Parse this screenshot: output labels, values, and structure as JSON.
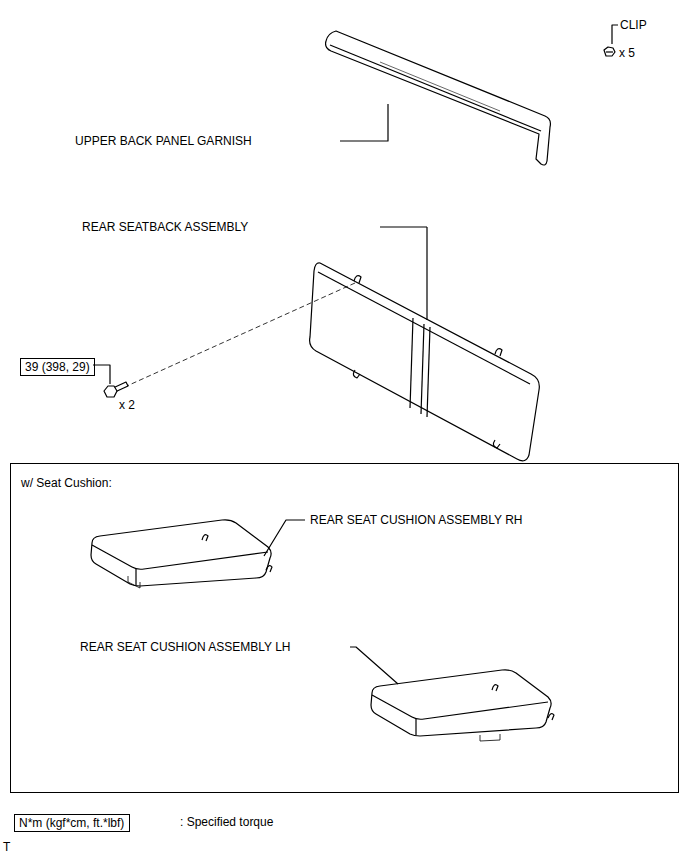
{
  "diagram": {
    "nodes": [
      {
        "text": [
          "39 (398, 29)"
        ]
      },
      {
        "text": [
          "w/ Seat Cushion:"
        ]
      },
      {
        "text": [
          "N*m (kgf*cm, ft.*lbf)"
        ]
      }
    ],
    "labels": [
      "CLIP",
      "x 5",
      "UPPER BACK PANEL GARNISH",
      "REAR SEATBACK ASSEMBLY",
      "x 2",
      "REAR SEAT CUSHION ASSEMBLY RH",
      "REAR SEAT CUSHION ASSEMBLY LH",
      ": Specified torque",
      "T"
    ]
  }
}
